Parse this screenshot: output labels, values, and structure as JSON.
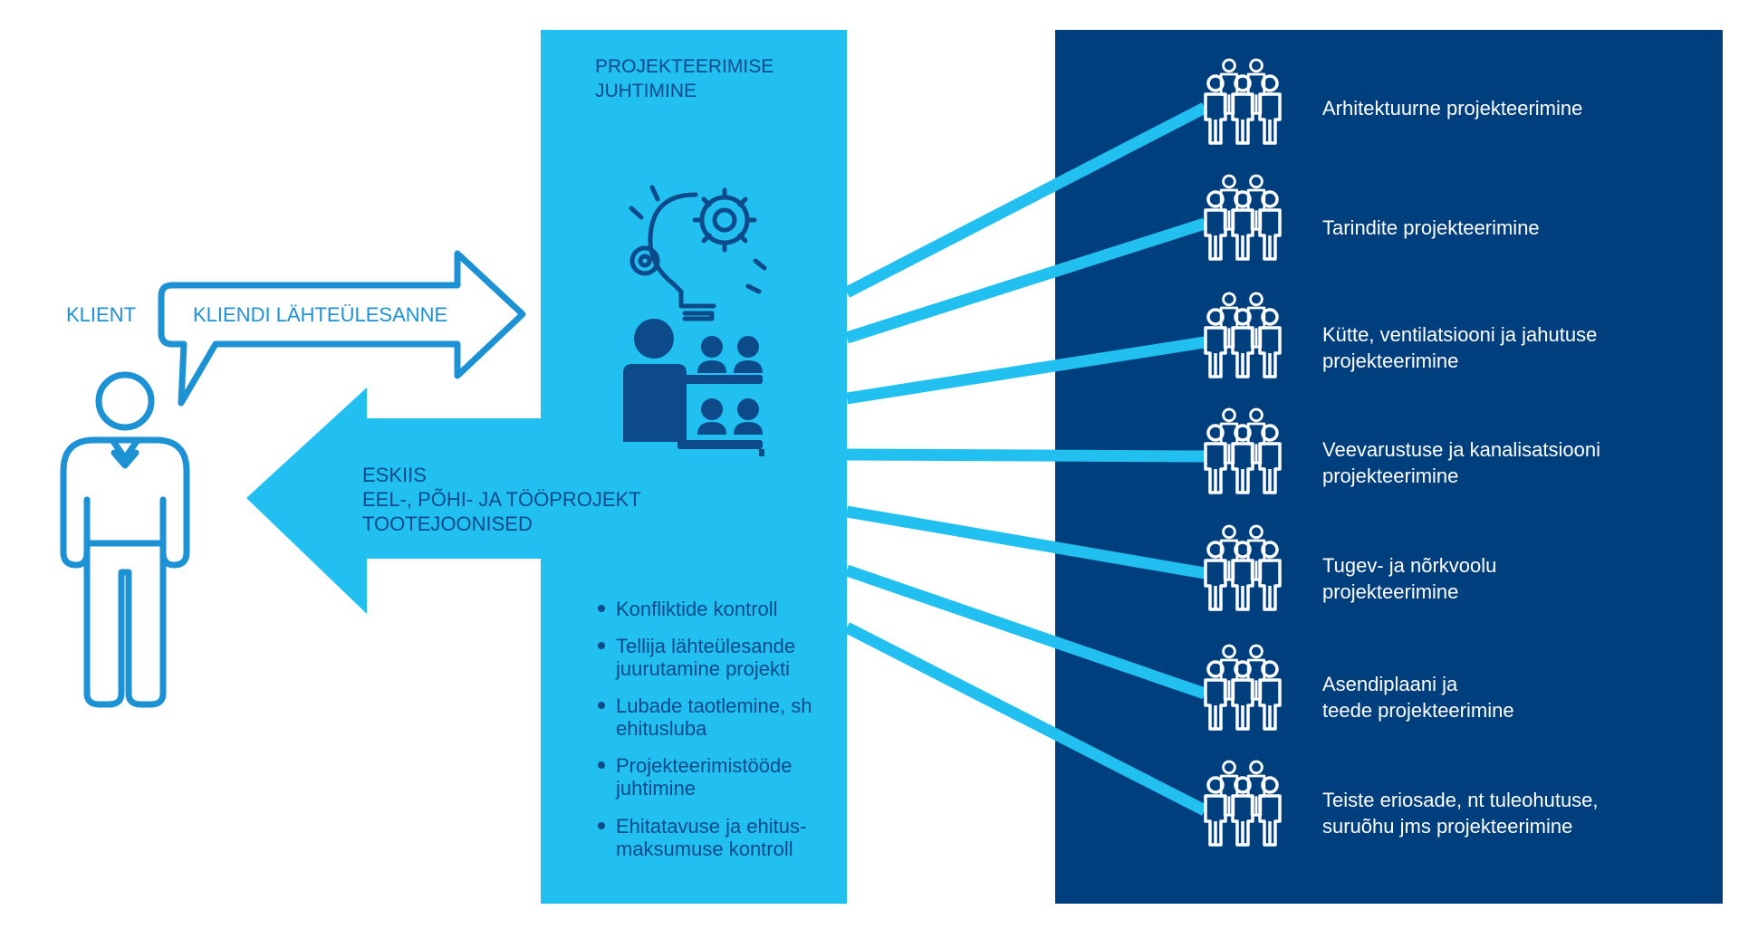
{
  "colors": {
    "light_blue": "#21c0f1",
    "dark_blue": "#003f7d",
    "outline_blue": "#1c92d5",
    "text_dark": "#0c4a8a",
    "white": "#ffffff"
  },
  "client": {
    "label": "KLIENT",
    "icon": "person-outline-icon"
  },
  "speech_arrow": {
    "label": "KLIENDI LÄHTEÜLESANNE"
  },
  "management": {
    "title_line1": "PROJEKTEERIMISE",
    "title_line2": "JUHTIMINE",
    "icons": [
      "idea-gears-icon",
      "meeting-icon"
    ],
    "tasks": [
      "Konfliktide kontroll",
      "Tellija lähteülesande juurutamine projekti",
      "Lubade taotlemine, sh ehitusluba",
      "Projekteerimistööde juhtimine",
      "Ehitatavuse ja ehitus-maksumuse kontroll"
    ]
  },
  "deliverables_arrow": {
    "line1": "ESKIIS",
    "line2": "EEL-, PÕHI- JA TÖÖPROJEKT",
    "line3": "TOOTEJOONISED"
  },
  "disciplines": {
    "icon": "team-group-icon",
    "items": [
      {
        "line1": "Arhitektuurne projekteerimine",
        "line2": ""
      },
      {
        "line1": "Tarindite projekteerimine",
        "line2": ""
      },
      {
        "line1": "Kütte, ventilatsiooni ja jahutuse",
        "line2": "projekteerimine"
      },
      {
        "line1": "Veevarustuse ja kanalisatsiooni",
        "line2": "projekteerimine"
      },
      {
        "line1": "Tugev- ja nõrkvoolu",
        "line2": "projekteerimine"
      },
      {
        "line1": "Asendiplaani ja",
        "line2": "teede projekteerimine"
      },
      {
        "line1": "Teiste eriosade, nt tuleohutuse,",
        "line2": "suruõhu jms projekteerimine"
      }
    ]
  }
}
